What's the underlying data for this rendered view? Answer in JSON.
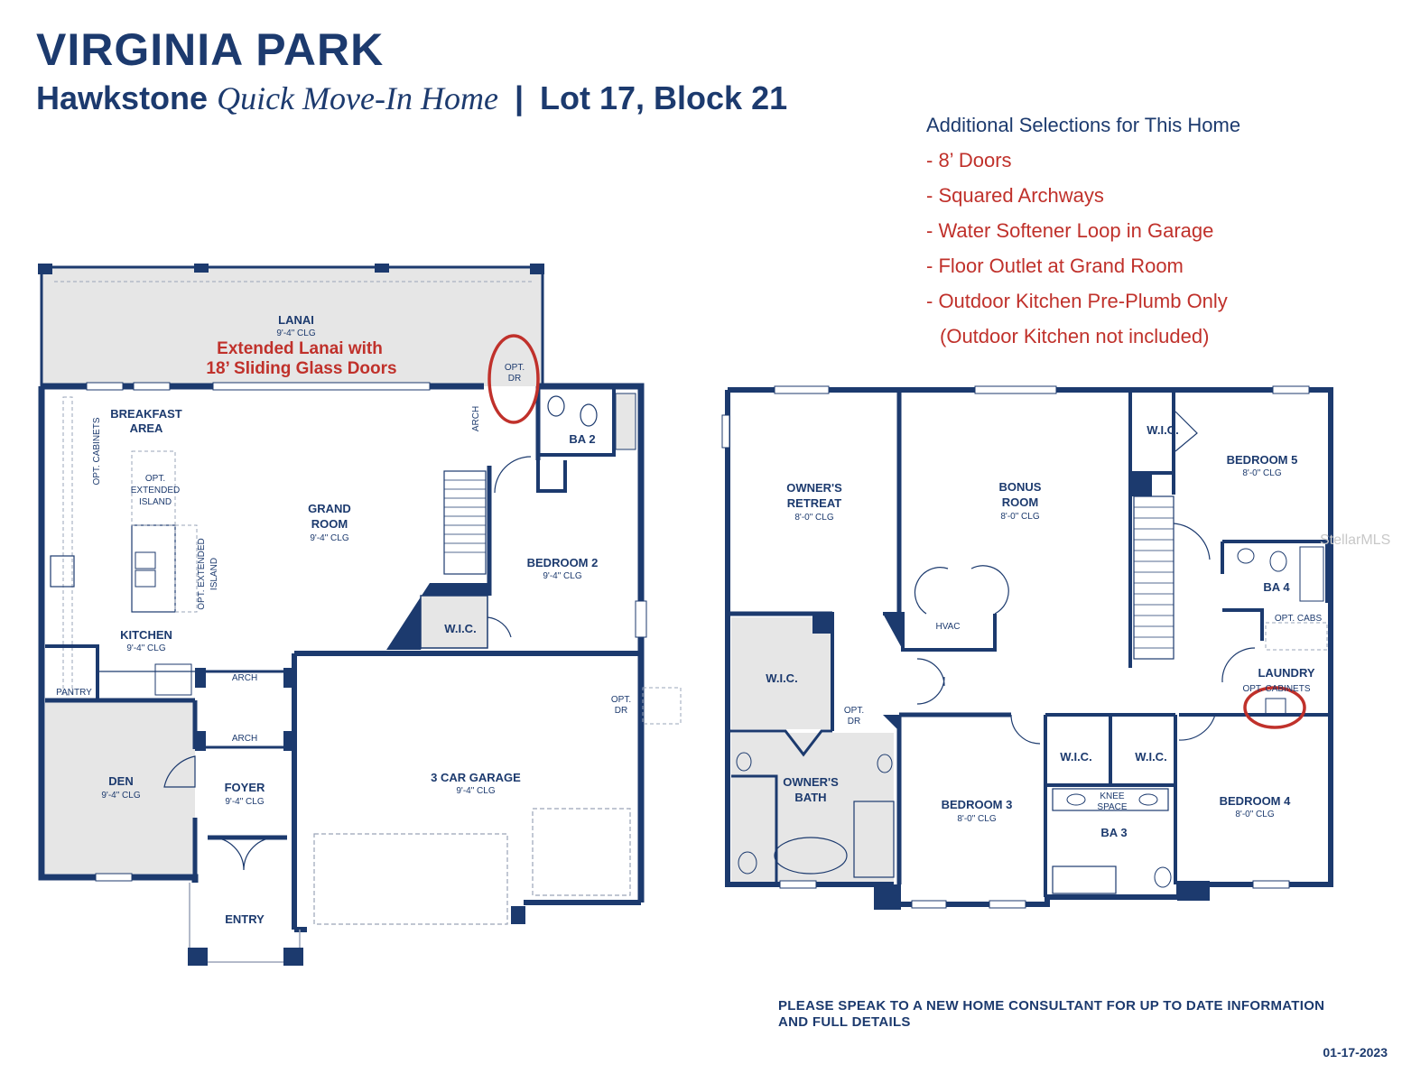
{
  "header": {
    "community": "VIRGINIA PARK",
    "plan_name": "Hawkstone",
    "home_type": "Quick Move-In Home",
    "separator": "|",
    "lot": "Lot 17, Block 21"
  },
  "selections": {
    "heading": "Additional Selections for This Home",
    "items": [
      "- 8’ Doors",
      "- Squared Archways",
      "- Water Softener Loop in Garage",
      "- Floor Outlet at Grand Room",
      "- Outdoor Kitchen Pre-Plumb Only"
    ],
    "note": "(Outdoor Kitchen not included)"
  },
  "first_floor": {
    "lanai": {
      "name": "LANAI",
      "clg": "9'-4\" CLG"
    },
    "callout": [
      "Extended Lanai with",
      "18’ Sliding Glass Doors"
    ],
    "opt_dr_1": [
      "OPT.",
      "DR"
    ],
    "breakfast": [
      "BREAKFAST",
      "AREA"
    ],
    "opt_cabinets": "OPT. CABINETS",
    "opt_ext_island_1": [
      "OPT.",
      "EXTENDED",
      "ISLAND"
    ],
    "opt_ext_island_2": [
      "OPT. EXTENDED",
      "ISLAND"
    ],
    "arch_v": "ARCH",
    "ba2": "BA 2",
    "grand_room": {
      "name": [
        "GRAND",
        "ROOM"
      ],
      "clg": "9'-4\" CLG"
    },
    "bedroom2": {
      "name": "BEDROOM 2",
      "clg": "9'-4\" CLG"
    },
    "wic": "W.I.C.",
    "kitchen": {
      "name": "KITCHEN",
      "clg": "9'-4\" CLG"
    },
    "pantry": "PANTRY",
    "arch_1": "ARCH",
    "arch_2": "ARCH",
    "den": {
      "name": "DEN",
      "clg": "9'-4\" CLG"
    },
    "foyer": {
      "name": "FOYER",
      "clg": "9'-4\" CLG"
    },
    "garage": {
      "name": "3 CAR GARAGE",
      "clg": "9'-4\" CLG"
    },
    "opt_dr_2": [
      "OPT.",
      "DR"
    ],
    "entry": "ENTRY"
  },
  "second_floor": {
    "owners_retreat": {
      "name": [
        "OWNER'S",
        "RETREAT"
      ],
      "clg": "8'-0\" CLG"
    },
    "bonus_room": {
      "name": [
        "BONUS",
        "ROOM"
      ],
      "clg": "8'-0\" CLG"
    },
    "wic_top": "W.I.C.",
    "bedroom5": {
      "name": "BEDROOM 5",
      "clg": "8'-0\" CLG"
    },
    "ba4": "BA 4",
    "opt_cabs": "OPT. CABS",
    "laundry": "LAUNDRY",
    "opt_cabinets": "OPT. CABINETS",
    "hvac": "HVAC",
    "wic_owner": "W.I.C.",
    "opt_dr": [
      "OPT.",
      "DR"
    ],
    "owners_bath": [
      "OWNER'S",
      "BATH"
    ],
    "bedroom3": {
      "name": "BEDROOM 3",
      "clg": "8'-0\" CLG"
    },
    "wic_b3": "W.I.C.",
    "wic_b4": "W.I.C.",
    "knee_space": [
      "KNEE",
      "SPACE"
    ],
    "ba3": "BA 3",
    "bedroom4": {
      "name": "BEDROOM 4",
      "clg": "8'-0\" CLG"
    }
  },
  "footer": {
    "disclaimer": "PLEASE SPEAK TO A NEW HOME CONSULTANT FOR UP TO DATE INFORMATION AND FULL DETAILS",
    "date": "01-17-2023",
    "watermark": "StellarMLS"
  },
  "colors": {
    "wall": "#1c3a6e",
    "shade": "#e6e6e6",
    "accent_red": "#c0312b"
  }
}
